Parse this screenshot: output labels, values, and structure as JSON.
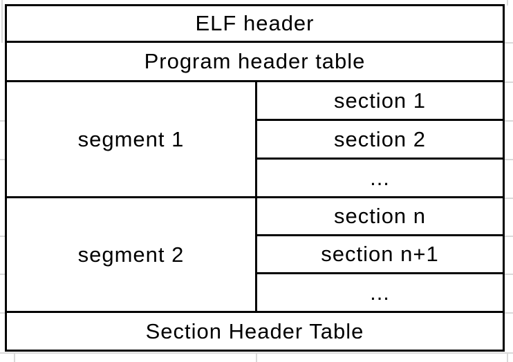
{
  "colors": {
    "background": "#ffffff",
    "border": "#000000",
    "text": "#000000",
    "gridline": "#d9d9d9"
  },
  "table": {
    "elf_header": "ELF header",
    "program_header_table": "Program header table",
    "segment_1": "segment 1",
    "segment_1_sections": [
      "section 1",
      "section 2",
      "..."
    ],
    "segment_2": "segment 2",
    "segment_2_sections": [
      "section n",
      "section n+1",
      "..."
    ],
    "section_header_table": "Section Header Table"
  }
}
